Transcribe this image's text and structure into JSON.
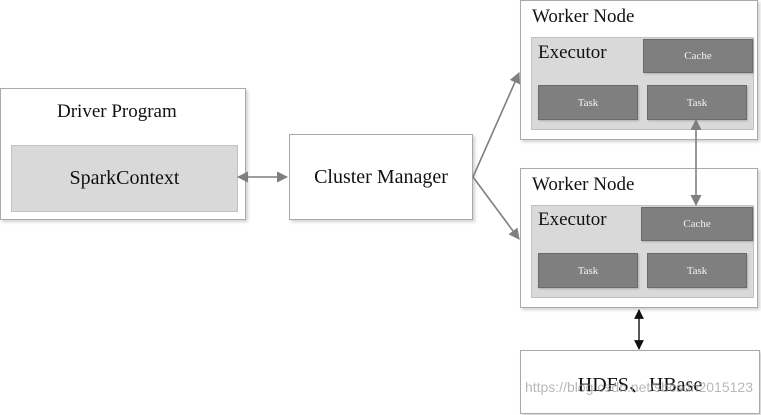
{
  "driver": {
    "title": "Driver Program",
    "context": "SparkContext"
  },
  "cluster_manager": {
    "label": "Cluster Manager"
  },
  "worker_nodes": [
    {
      "title": "Worker Node",
      "executor": "Executor",
      "cache": "Cache",
      "tasks": [
        "Task",
        "Task"
      ]
    },
    {
      "title": "Worker Node",
      "executor": "Executor",
      "cache": "Cache",
      "tasks": [
        "Task",
        "Task"
      ]
    }
  ],
  "storage": {
    "label": "HDFS、HBase"
  },
  "watermark": "https://blog.csdn.net/sbcsdn2015123",
  "colors": {
    "line": "#7f7f7f",
    "inner_gray": "#d9d9d9",
    "dark_gray": "#7f7f7f"
  }
}
